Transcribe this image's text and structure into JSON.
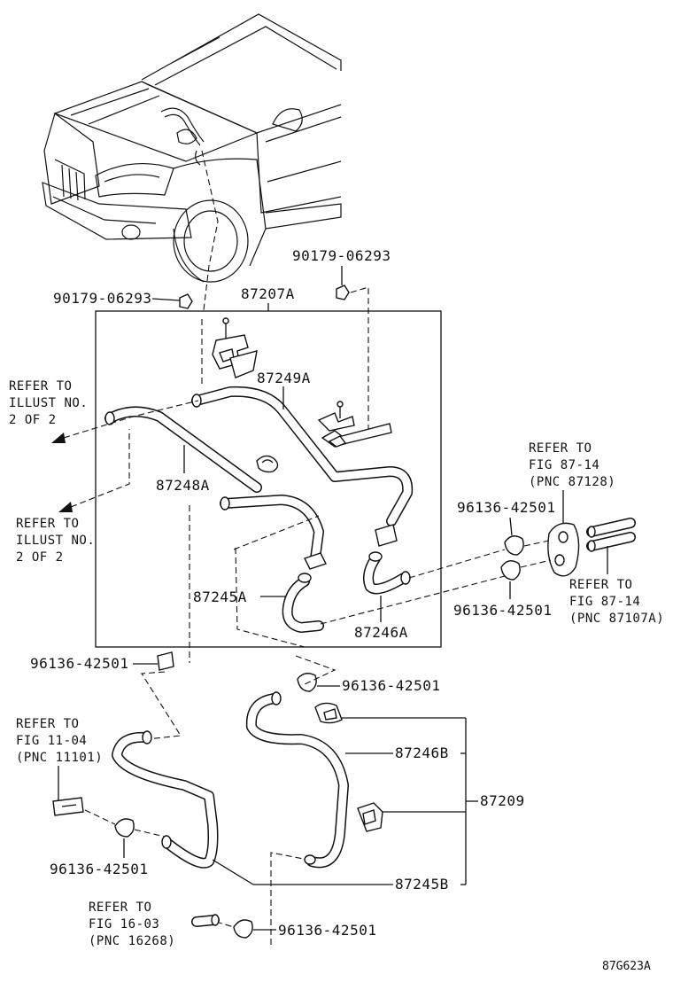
{
  "diagram_code": "87G623A",
  "callouts": {
    "clip_nut_left": "90179-06293",
    "clip_nut_right": "90179-06293",
    "hose_assy_upper": "87207A",
    "hose_249a": "87249A",
    "hose_248a": "87248A",
    "hose_245a": "87245A",
    "hose_246a": "87246A",
    "clamp_right_upper": "96136-42501",
    "clamp_right_lower": "96136-42501",
    "clamp_left_mid": "96136-42501",
    "clamp_center": "96136-42501",
    "clamp_left_low": "96136-42501",
    "clamp_bottom": "96136-42501",
    "hose_246b": "87246B",
    "hose_245b": "87245B",
    "hose_assy_lower": "87209"
  },
  "refs": {
    "illust_upper": [
      "REFER TO",
      "ILLUST NO.",
      "2 OF 2"
    ],
    "illust_lower": [
      "REFER TO",
      "ILLUST NO.",
      "2 OF 2"
    ],
    "fig_87128": [
      "REFER TO",
      "FIG 87-14",
      "(PNC 87128)"
    ],
    "fig_87107": [
      "REFER TO",
      "FIG 87-14",
      "(PNC 87107A)"
    ],
    "fig_11101": [
      "REFER TO",
      "FIG 11-04",
      "(PNC 11101)"
    ],
    "fig_16268": [
      "REFER TO",
      "FIG 16-03",
      "(PNC 16268)"
    ]
  },
  "icons": {
    "arrow": "arrow-left-down-icon",
    "clamp": "hose-clamp-icon",
    "nut": "clip-nut-icon"
  }
}
